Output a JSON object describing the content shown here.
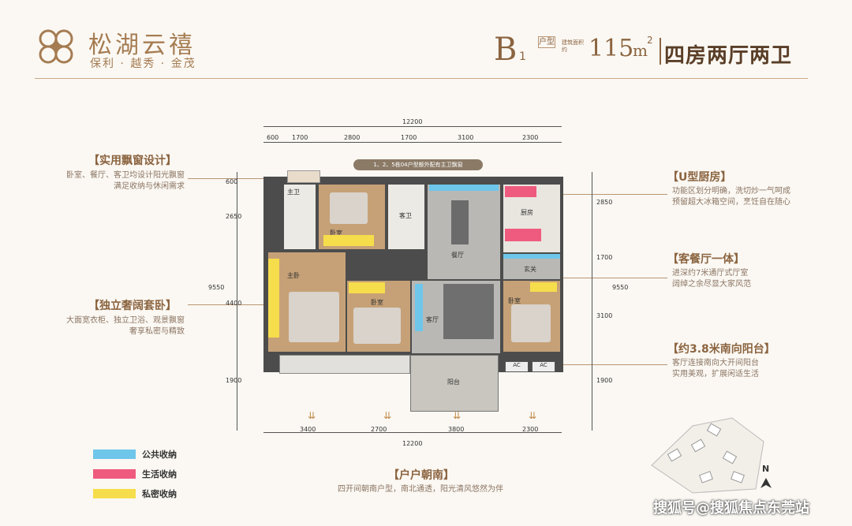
{
  "header": {
    "brand_name": "松湖云禧",
    "brand_sub": "保利 · 越秀 · 金茂",
    "unit_code": "B",
    "unit_code_sub": "1",
    "unit_type_label": "户型",
    "area_prefix": "建筑面积约",
    "area_value": "115",
    "area_unit": "m",
    "area_sup": "2",
    "layout_title": "四房两厅两卫"
  },
  "callouts": {
    "left": [
      {
        "title": "【实用飘窗设计】",
        "lines": [
          "卧室、餐厅、客卫均设计阳光飘窗",
          "满足收纳与休闲需求"
        ]
      },
      {
        "title": "【独立奢阔套卧】",
        "lines": [
          "大面宽衣柜、独立卫浴、观景飘窗",
          "奢享私密与精致"
        ]
      }
    ],
    "right": [
      {
        "title": "【U型厨房】",
        "lines": [
          "功能区划分明确，洗切炒一气呵成",
          "预留超大冰箱空间，烹饪自在随心"
        ]
      },
      {
        "title": "【客餐厅一体】",
        "lines": [
          "进深约7米通厅式厅室",
          "阔绰之余尽显大家风范"
        ]
      },
      {
        "title": "【约3.8米南向阳台】",
        "lines": [
          "客厅连接南向大开间阳台",
          "实用美观，扩展闲适生活"
        ]
      }
    ],
    "bottom": {
      "title": "【户户朝南】",
      "line": "四开间朝南户型，南北通透，阳光清风悠然为伴"
    }
  },
  "dimensions": {
    "top_total": "12200",
    "top": [
      "600",
      "1700",
      "2800",
      "1700",
      "3100",
      "2300"
    ],
    "bottom_total": "12200",
    "bottom": [
      "3400",
      "2700",
      "3800",
      "2300"
    ],
    "left_total": "9550",
    "left": [
      "600",
      "2650",
      "4400",
      "1900"
    ],
    "right_total": "9550",
    "right": [
      "2850",
      "1700",
      "3100",
      "1900"
    ]
  },
  "plan": {
    "note": "1、2、5栋04户型额外配有主卫飘窗",
    "rooms": {
      "master_bath": "主卫",
      "bedroom_top": "卧室",
      "guest_bath": "客卫",
      "kitchen": "厨房",
      "dining": "餐厅",
      "entry": "玄关",
      "master": "主卧",
      "bedroom_mid": "卧室",
      "living": "客厅",
      "bedroom_right": "卧室",
      "balcony": "阳台",
      "ac1": "AC",
      "ac2": "AC"
    },
    "compass": "N"
  },
  "legend": [
    {
      "label": "公共收纳",
      "color": "#6ec6ea"
    },
    {
      "label": "生活收纳",
      "color": "#ef5b7f"
    },
    {
      "label": "私密收纳",
      "color": "#f6dd4b"
    }
  ],
  "watermark": "搜狐号@搜狐焦点东莞站"
}
